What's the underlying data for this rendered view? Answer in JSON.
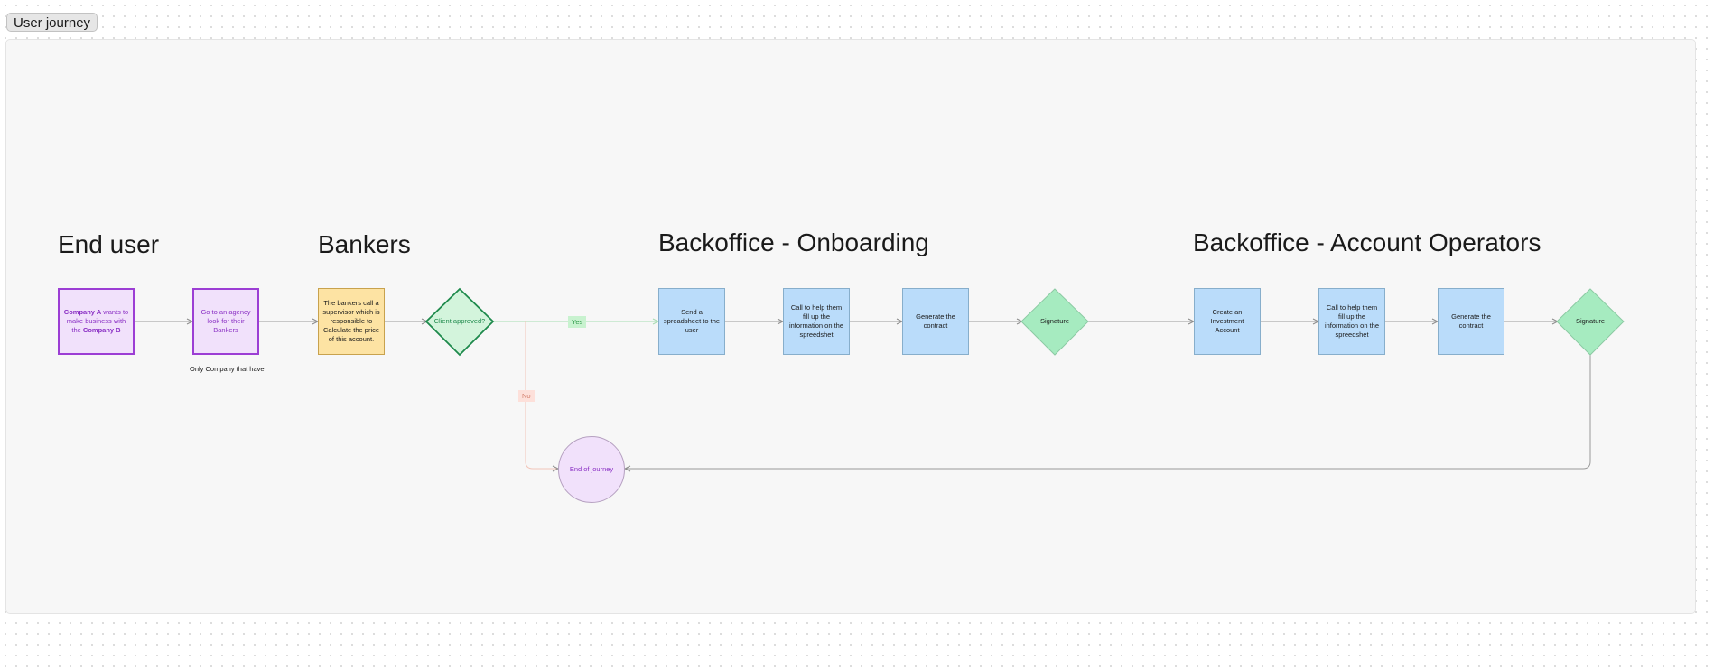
{
  "section": {
    "title": "User journey"
  },
  "lanes": {
    "end_user": "End user",
    "bankers": "Bankers",
    "onboarding": "Backoffice - Onboarding",
    "operators": "Backoffice - Account Operators"
  },
  "nodes": {
    "company_a": {
      "part1": "Company A",
      "part2": " wants to make business with the ",
      "part3": "Company B"
    },
    "agency": "Go to an agency look for their Bankers",
    "agency_note": "Only Company that have",
    "bankers_call": "The bankers call a supervisor which is responsible to Calculate the price of this account.",
    "client_approved": "Client approved?",
    "send_spreadsheet": "Send a spreadsheet to the user",
    "call_help_1": "Call to help them fill up the information on the spreedshet",
    "generate_contract_1": "Generate the contract",
    "signature_1": "Signature",
    "create_investment": "Create an Investment Account",
    "call_help_2": "Call to help them fill up the information on the spreedshet",
    "generate_contract_2": "Generate the contract",
    "signature_2": "Signature",
    "end_of_journey": "End of journey"
  },
  "edge_labels": {
    "yes": "Yes",
    "no": "No"
  },
  "colors": {
    "purple_fill": "#f1e1fb",
    "purple_stroke": "#9c3ed4",
    "yellow_fill": "#fde3a3",
    "blue_fill": "#badcfa",
    "green_fill": "#a6ebc0",
    "green_stroke": "#1e8a4c"
  }
}
